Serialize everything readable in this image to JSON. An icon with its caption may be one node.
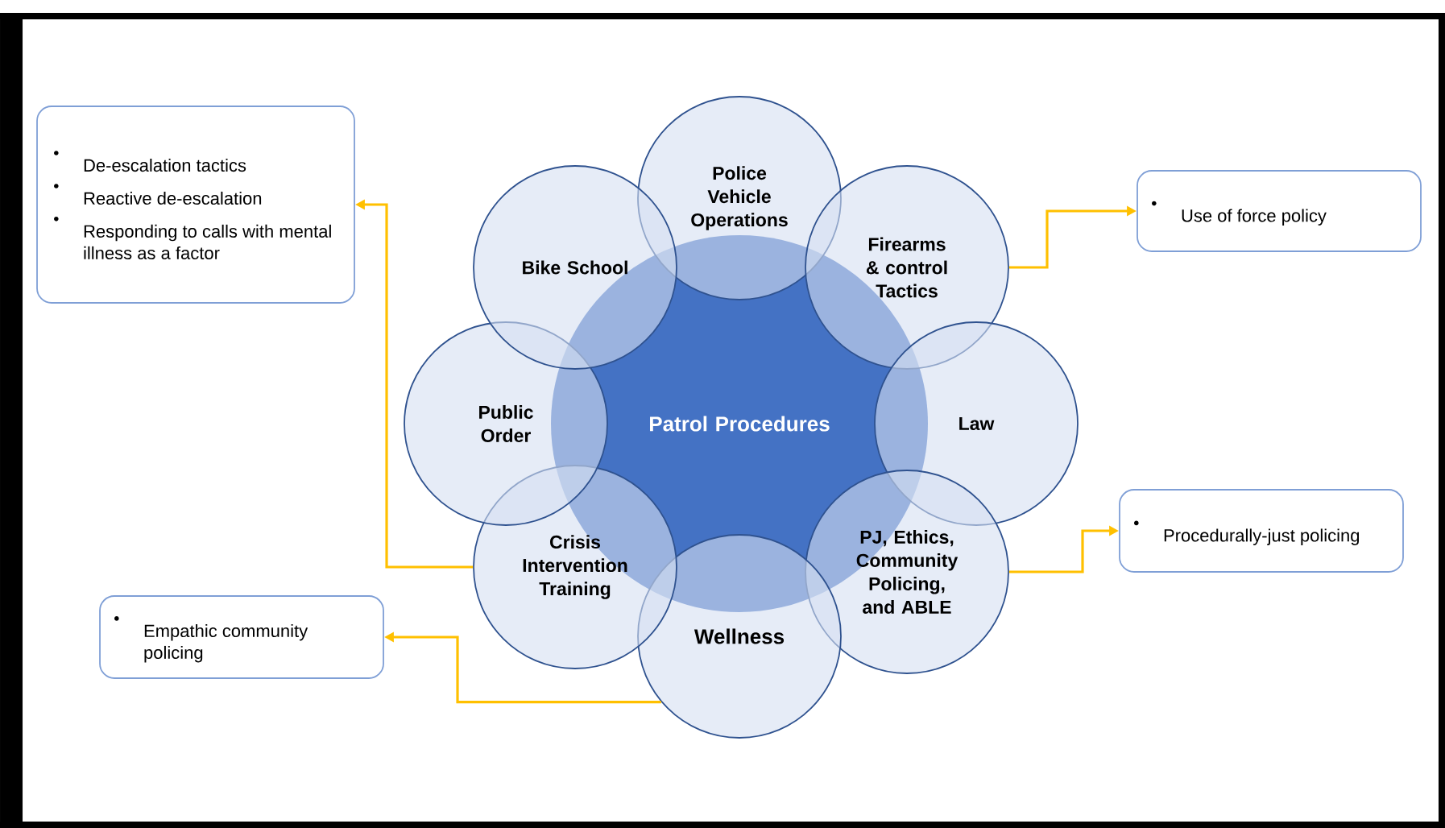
{
  "diagram": {
    "nodes": [
      {
        "text": [
          "Patrol Procedures"
        ]
      },
      {
        "text": [
          "Police Vehicle Operations"
        ]
      },
      {
        "text": [
          "Firearms & control Tactics"
        ]
      },
      {
        "text": [
          "Law"
        ]
      },
      {
        "text": [
          "PJ, Ethics, Community Policing, and ABLE"
        ]
      },
      {
        "text": [
          "Wellness"
        ]
      },
      {
        "text": [
          "Crisis Intervention Training"
        ]
      },
      {
        "text": [
          "Public Order"
        ]
      },
      {
        "text": [
          "Bike School"
        ]
      },
      {
        "text": [
          "De-escalation tactics",
          "Reactive de-escalation",
          "Responding to calls with mental illness as a factor"
        ]
      },
      {
        "text": [
          "Use of force policy"
        ]
      },
      {
        "text": [
          "Procedurally-just policing"
        ]
      },
      {
        "text": [
          "Empathic community policing"
        ]
      }
    ],
    "edges": [
      {
        "from": 6,
        "to": 9,
        "arrow": "to"
      },
      {
        "from": 2,
        "to": 10,
        "arrow": "to"
      },
      {
        "from": 4,
        "to": 11,
        "arrow": "to"
      },
      {
        "from": 5,
        "to": 12,
        "arrow": "to"
      }
    ]
  }
}
